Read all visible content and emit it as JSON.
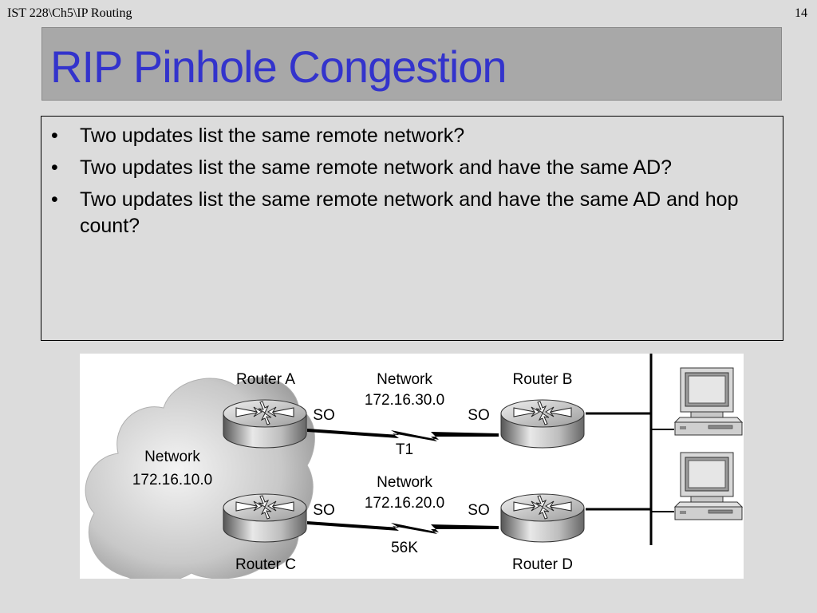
{
  "header": {
    "path": "IST 228\\Ch5\\IP Routing",
    "page_number": "14"
  },
  "slide": {
    "title": "RIP Pinhole Congestion",
    "bullets": [
      "Two updates list the same remote network?",
      "Two updates list the same remote network and have the same AD?",
      "Two updates list the same remote network and have the same AD and hop count?"
    ],
    "bullet_symbol": "•"
  },
  "diagram": {
    "cloud_label": "Network",
    "cloud_network": "172.16.10.0",
    "router_a": "Router A",
    "router_b": "Router B",
    "router_c": "Router C",
    "router_d": "Router D",
    "top_link_label": "Network",
    "top_link_network": "172.16.30.0",
    "top_link_speed": "T1",
    "bottom_link_label": "Network",
    "bottom_link_network": "172.16.20.0",
    "bottom_link_speed": "56K",
    "interface_a": "SO",
    "interface_b": "SO",
    "interface_c": "SO",
    "interface_d": "SO"
  },
  "colors": {
    "title": "#3333cc",
    "title_bar": "#a8a8a8",
    "background": "#dcdcdc"
  }
}
